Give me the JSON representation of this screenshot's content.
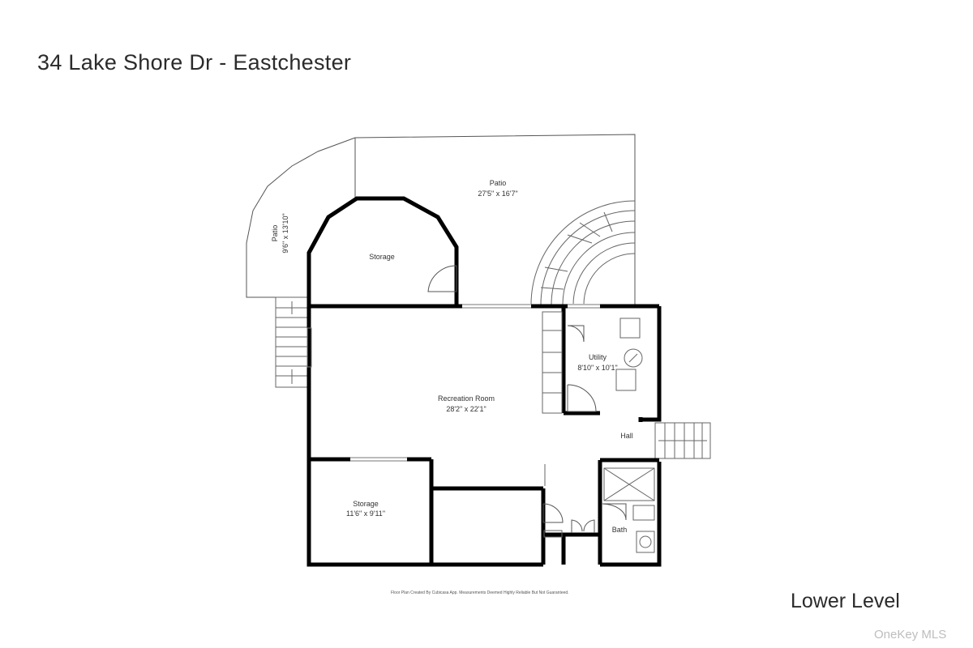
{
  "header": {
    "title": "34 Lake Shore Dr - Eastchester"
  },
  "footer": {
    "level": "Lower Level",
    "credit": "Floor Plan Created By Cubicasa App. Measurements Deemed Highly Reliable But Not Guaranteed.",
    "watermark": "OneKey MLS"
  },
  "rooms": {
    "patio_main": {
      "name": "Patio",
      "dims": "27'5\" x 16'7\""
    },
    "patio_side": {
      "name": "Patio",
      "dims": "9'6\" x 13'10\""
    },
    "storage_top": {
      "name": "Storage"
    },
    "recreation": {
      "name": "Recreation Room",
      "dims": "28'2\" x 22'1\""
    },
    "utility": {
      "name": "Utility",
      "dims": "8'10\" x 10'1\""
    },
    "hall": {
      "name": "Hall"
    },
    "storage_bottom": {
      "name": "Storage",
      "dims": "11'6\" x 9'11\""
    },
    "bath": {
      "name": "Bath"
    }
  }
}
